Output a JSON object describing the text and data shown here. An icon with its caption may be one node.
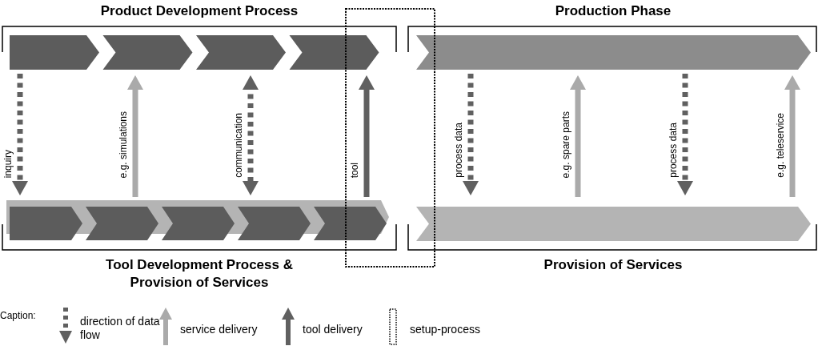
{
  "diagram": {
    "nodes": [
      {
        "text": [
          "Product Development Process"
        ]
      },
      {
        "text": [
          "Tool Development Process & Provision of Services"
        ]
      },
      {
        "text": [
          "Production Phase"
        ]
      },
      {
        "text": [
          "Provision of Services"
        ]
      }
    ],
    "edges": [
      {
        "from": 0,
        "to": 1,
        "arrow": "to",
        "label": "inquiry",
        "style": "dashed"
      },
      {
        "from": 1,
        "to": 0,
        "arrow": "to",
        "label": "e.g. simulations",
        "color": "#aaaaaa"
      },
      {
        "from": 0,
        "to": 1,
        "arrow": "both",
        "label": "communication",
        "style": "dashed"
      },
      {
        "from": 1,
        "to": 0,
        "arrow": "to",
        "label": "tool"
      },
      {
        "from": 2,
        "to": 3,
        "arrow": "to",
        "label": "process data",
        "style": "dashed"
      },
      {
        "from": 3,
        "to": 2,
        "arrow": "to",
        "label": "e.g. spare parts",
        "color": "#aaaaaa"
      },
      {
        "from": 2,
        "to": 3,
        "arrow": "to",
        "label": "process data",
        "style": "dashed"
      },
      {
        "from": 3,
        "to": 2,
        "arrow": "to",
        "label": "e.g. teleservice",
        "color": "#aaaaaa"
      }
    ],
    "labels": [
      "Caption:"
    ],
    "legend": [
      {
        "text": "direction of data flow"
      },
      {
        "text": "service delivery"
      },
      {
        "text": "tool delivery"
      },
      {
        "text": "setup-process"
      }
    ]
  }
}
